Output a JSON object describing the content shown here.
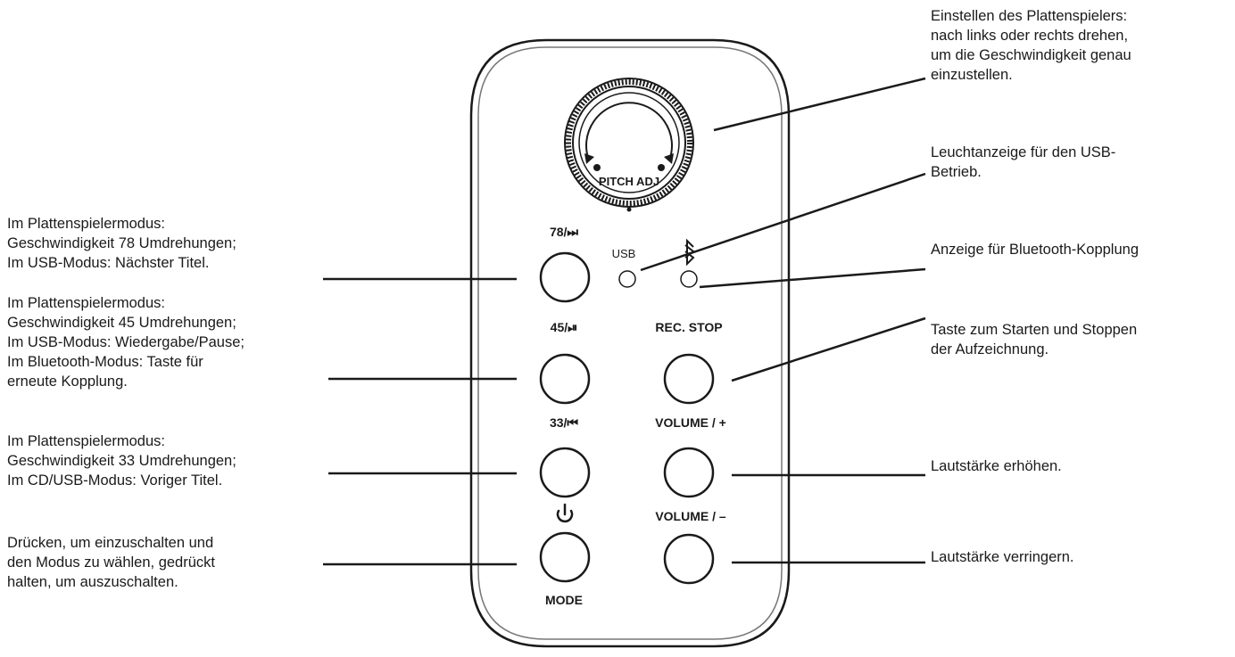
{
  "panel": {
    "knob_label": "PITCH ADJ",
    "usb_label": "USB",
    "bluetooth_symbol": "bluetooth-icon",
    "power_symbol": "power-icon",
    "buttons": {
      "speed78": "78/⏭",
      "speed45": "45/⏯",
      "speed33": "33/⏮",
      "rec_stop": "REC. STOP",
      "volume_up": "VOLUME / +",
      "volume_down": "VOLUME / –",
      "mode": "MODE"
    }
  },
  "annotations": {
    "pitch": "Einstellen des Plattenspielers:\nnach links oder rechts drehen,\num die Geschwindigkeit genau\neinzustellen.",
    "usb_led": "Leuchtanzeige für den USB-\nBetrieb.",
    "bt_led": "Anzeige für Bluetooth-Kopplung",
    "rec": "Taste zum Starten und Stoppen\nder Aufzeichnung.",
    "vol_up": "Lautstärke erhöhen.",
    "vol_down": "Lautstärke verringern.",
    "btn78": "Im Plattenspielermodus:\nGeschwindigkeit 78 Umdrehungen;\nIm USB-Modus: Nächster Titel.",
    "btn45": "Im Plattenspielermodus:\nGeschwindigkeit 45 Umdrehungen;\nIm USB-Modus: Wiedergabe/Pause;\nIm Bluetooth-Modus: Taste für\nerneute Kopplung.",
    "btn33": "Im Plattenspielermodus:\nGeschwindigkeit 33 Umdrehungen;\nIm CD/USB-Modus: Voriger Titel.",
    "mode": "Drücken, um einzuschalten und\nden Modus zu wählen, gedrückt\nhalten, um auszuschalten."
  }
}
